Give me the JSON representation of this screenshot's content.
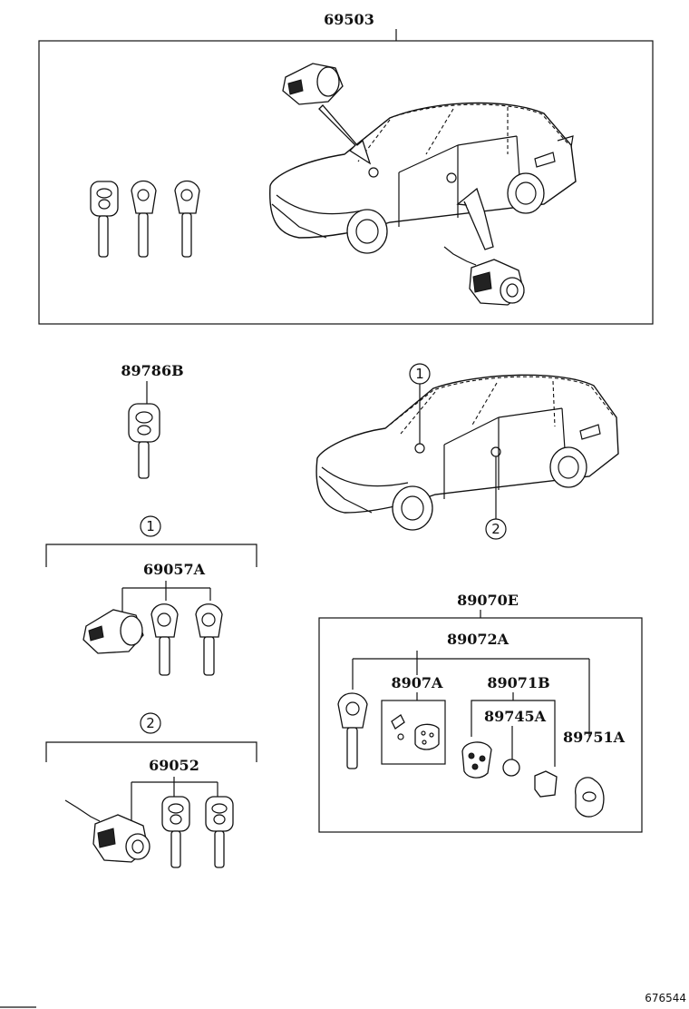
{
  "labels": {
    "assy_top": "69503",
    "key_single": "89786B",
    "set1": "69057A",
    "set2": "69052",
    "transmitter_group": "89070E",
    "transmitter_sub": "89072A",
    "p8907": "8907A",
    "p89071": "89071B",
    "p89745": "89745A",
    "p89751": "89751A"
  },
  "callouts": {
    "one": "1",
    "two": "2"
  },
  "footer": {
    "code": "676544"
  }
}
